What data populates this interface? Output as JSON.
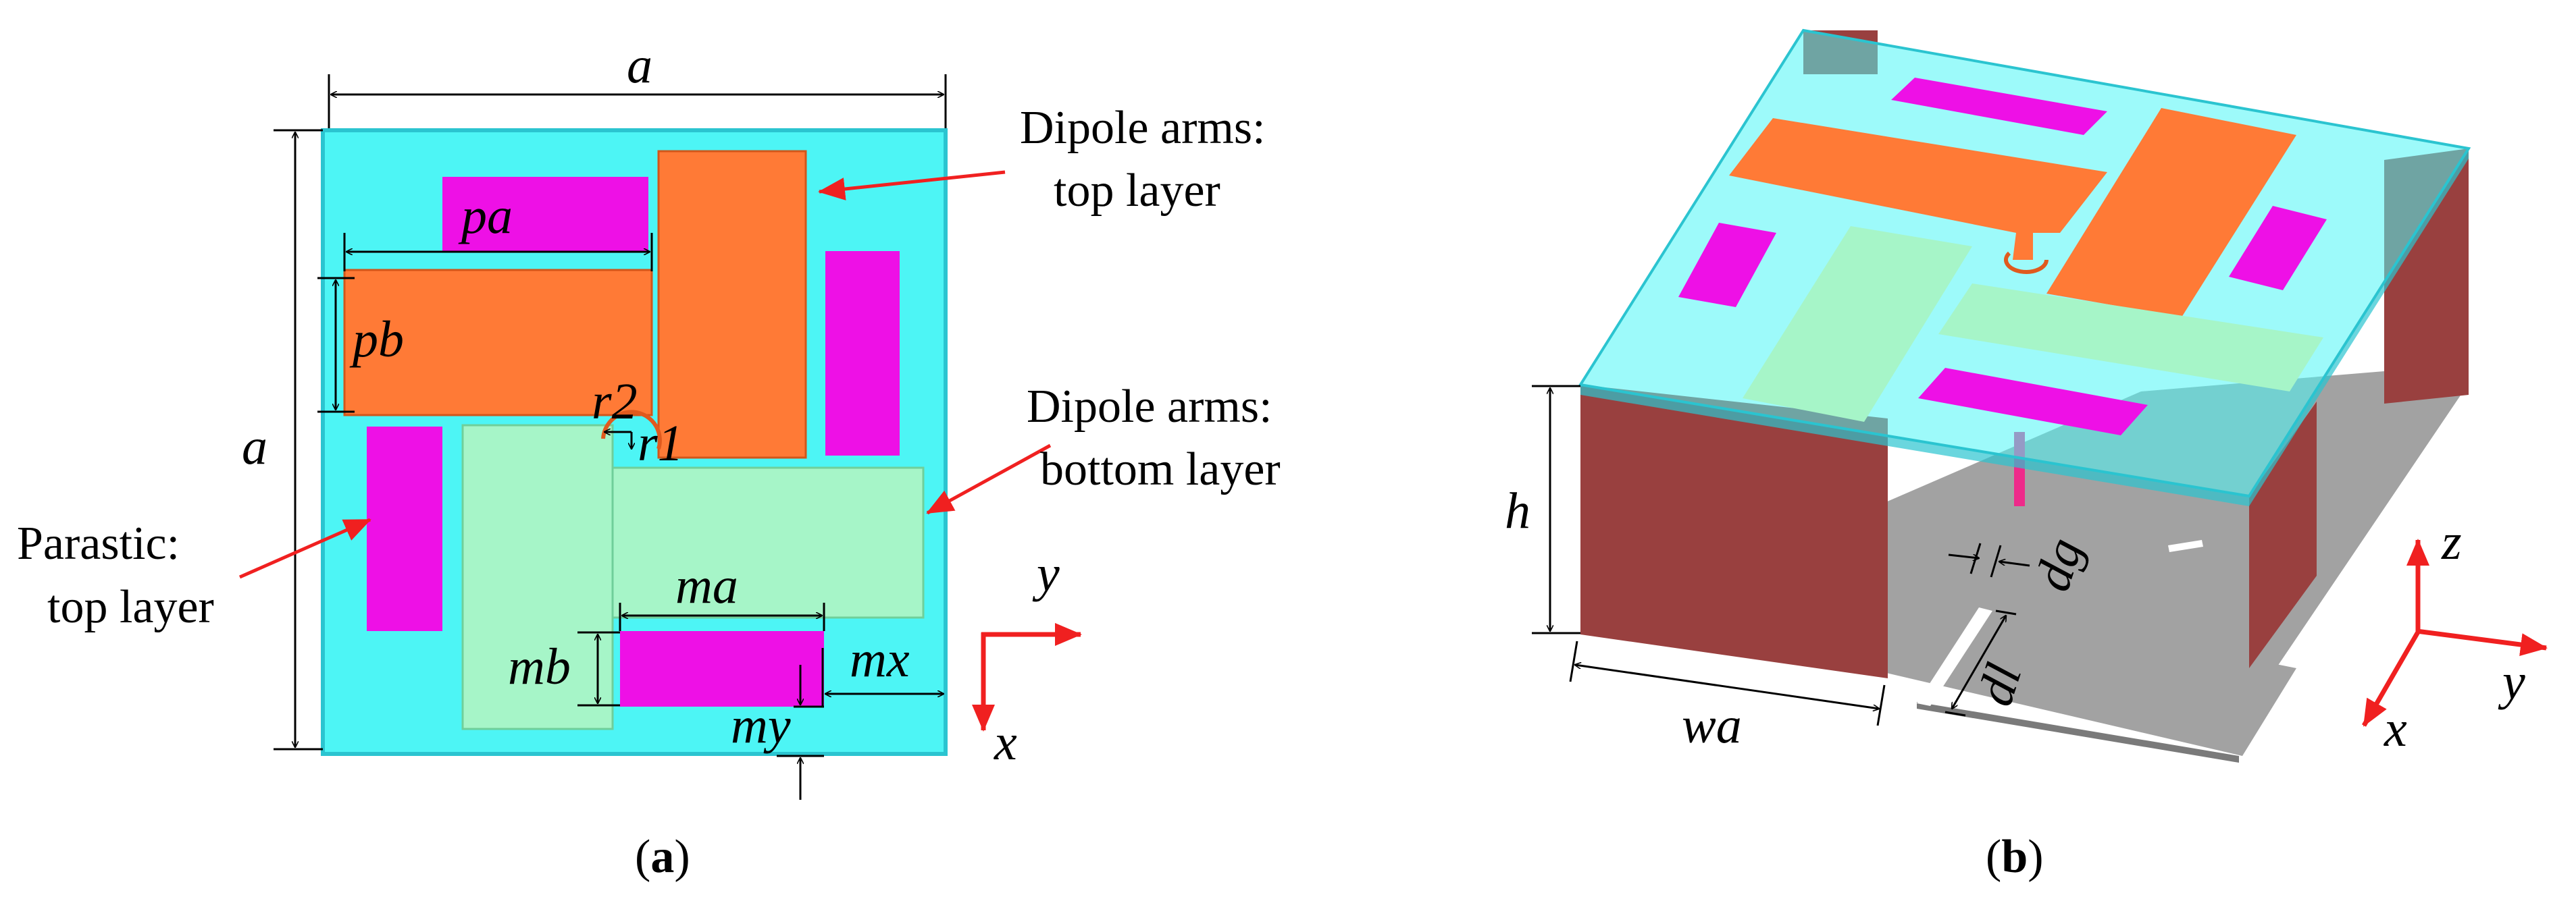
{
  "panel_a": {
    "dims": {
      "a_top": "a",
      "a_left": "a",
      "pa": "pa",
      "pb": "pb",
      "r1": "r1",
      "r2": "r2",
      "ma": "ma",
      "mb": "mb",
      "mx": "mx",
      "my": "my"
    },
    "axes": {
      "x": "x",
      "y": "y"
    },
    "callouts": {
      "top_layer_line1": "Dipole arms:",
      "top_layer_line2": "top layer",
      "bottom_layer_line1": "Dipole arms:",
      "bottom_layer_line2": "bottom layer",
      "parastic_line1": "Parastic:",
      "parastic_line2": "top layer"
    },
    "caption": {
      "open": "(",
      "letter": "a",
      "close": ")"
    }
  },
  "panel_b": {
    "dims": {
      "h": "h",
      "wa": "wa",
      "dg": "dg",
      "dl": "dl"
    },
    "axes": {
      "x": "x",
      "y": "y",
      "z": "z"
    },
    "caption": {
      "open": "(",
      "letter": "b",
      "close": ")"
    }
  },
  "colors": {
    "substrate": "#4DF5F5",
    "substrate_edge": "#2BC4D0",
    "dipole_top": "#FF7A36",
    "dipole_bottom": "#A6F5C8",
    "parasitic": "#EE10E6",
    "wall": "#99403F",
    "ground": "#A2A2A2",
    "arrow_red": "#F02020"
  }
}
